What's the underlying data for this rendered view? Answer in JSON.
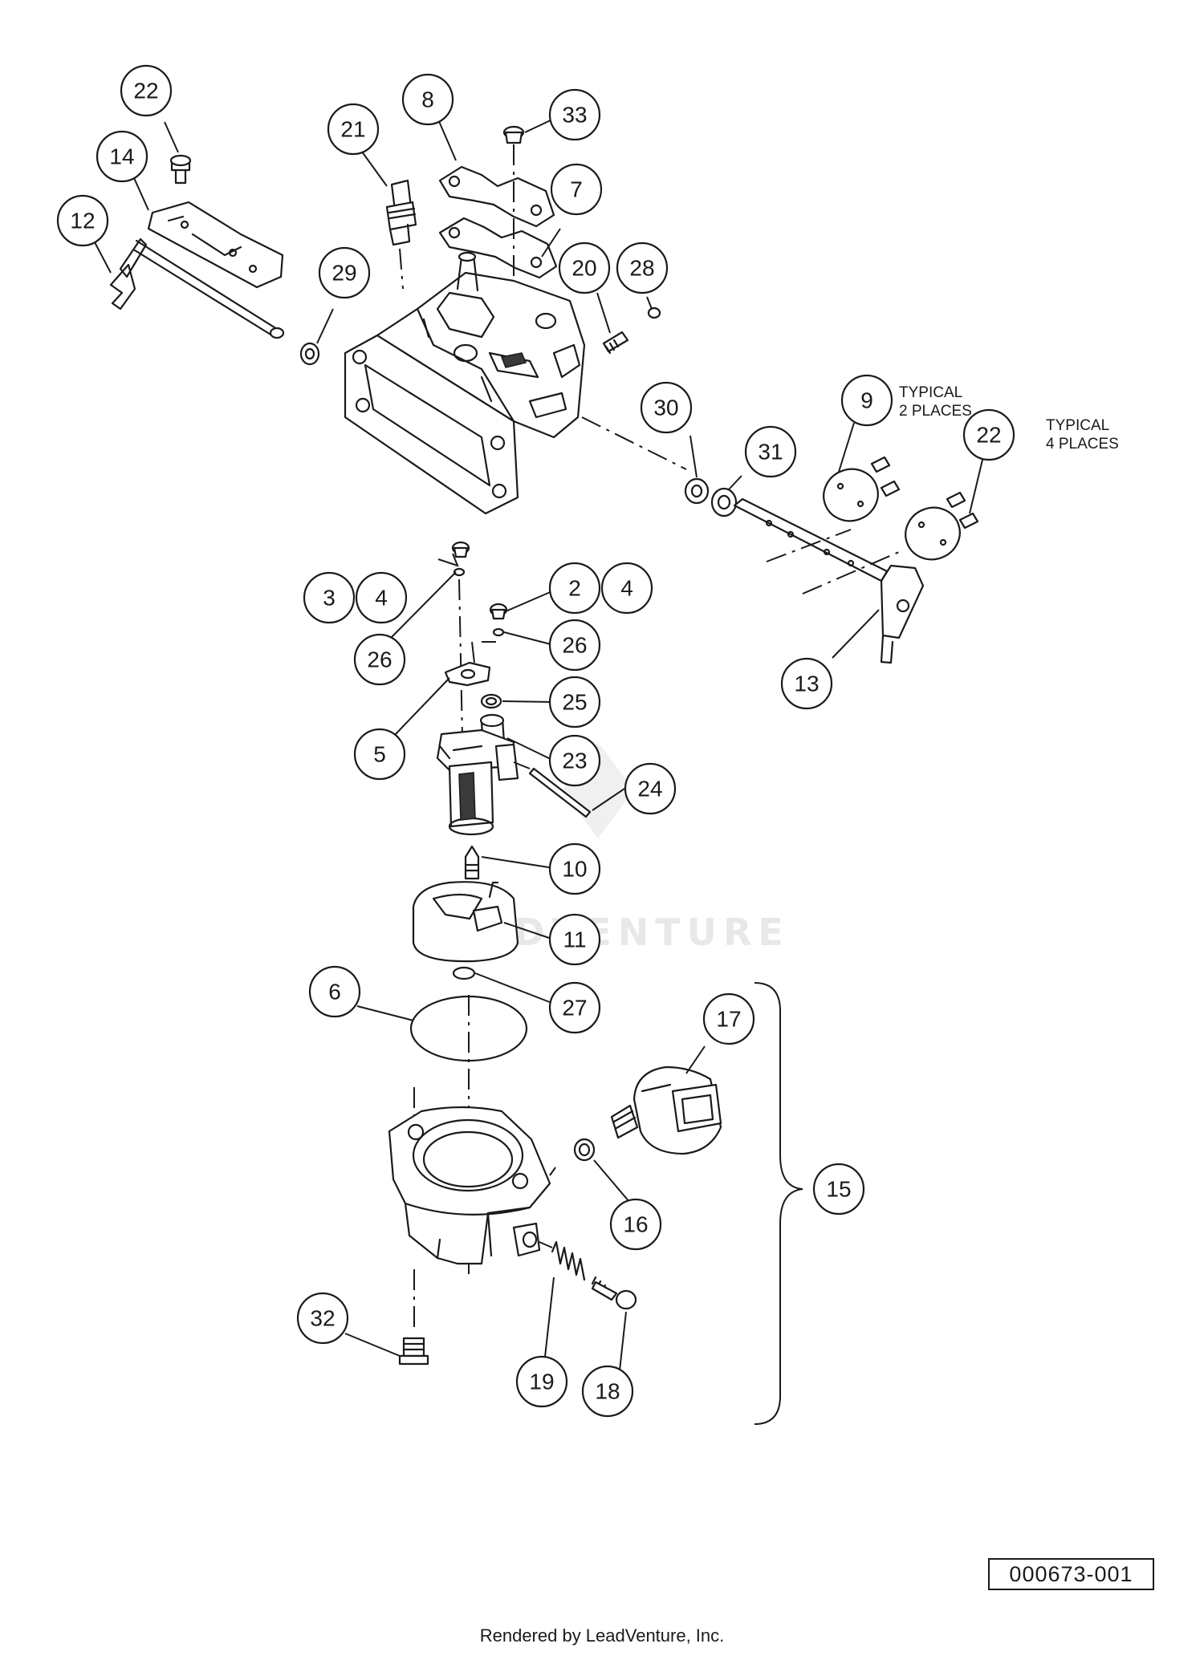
{
  "diagram": {
    "callouts": [
      "2",
      "3",
      "4",
      "4",
      "5",
      "6",
      "7",
      "8",
      "9",
      "10",
      "11",
      "12",
      "13",
      "14",
      "15",
      "16",
      "17",
      "18",
      "19",
      "20",
      "21",
      "22",
      "22",
      "23",
      "24",
      "25",
      "26",
      "26",
      "27",
      "28",
      "29",
      "30",
      "31",
      "32",
      "33"
    ],
    "notes": {
      "part9": [
        "TYPICAL",
        "2 PLACES"
      ],
      "part22": [
        "TYPICAL",
        "4 PLACES"
      ]
    },
    "watermark": "LEADVENTURE",
    "diagram_id": "000673-001",
    "credit": "Rendered by LeadVenture, Inc."
  }
}
